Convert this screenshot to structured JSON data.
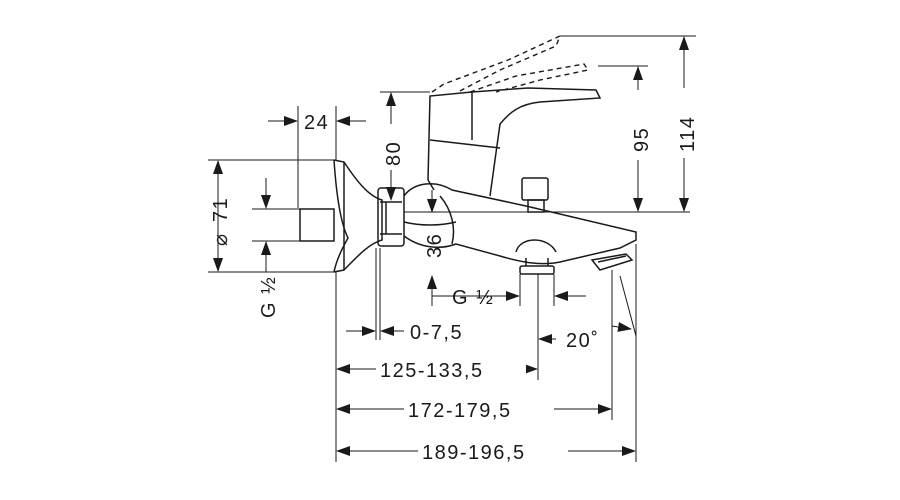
{
  "drawing": {
    "dimensions": {
      "d24": "24",
      "d80": "80",
      "d71": "71",
      "dia": "⌀",
      "g_half_left": "G ½",
      "d36": "36",
      "d95": "95",
      "d114": "114",
      "g_half_spout": "G ½",
      "d0_75": "0-7,5",
      "d20deg": "20˚",
      "d125": "125-133,5",
      "d172": "172-179,5",
      "d189": "189-196,5"
    }
  }
}
